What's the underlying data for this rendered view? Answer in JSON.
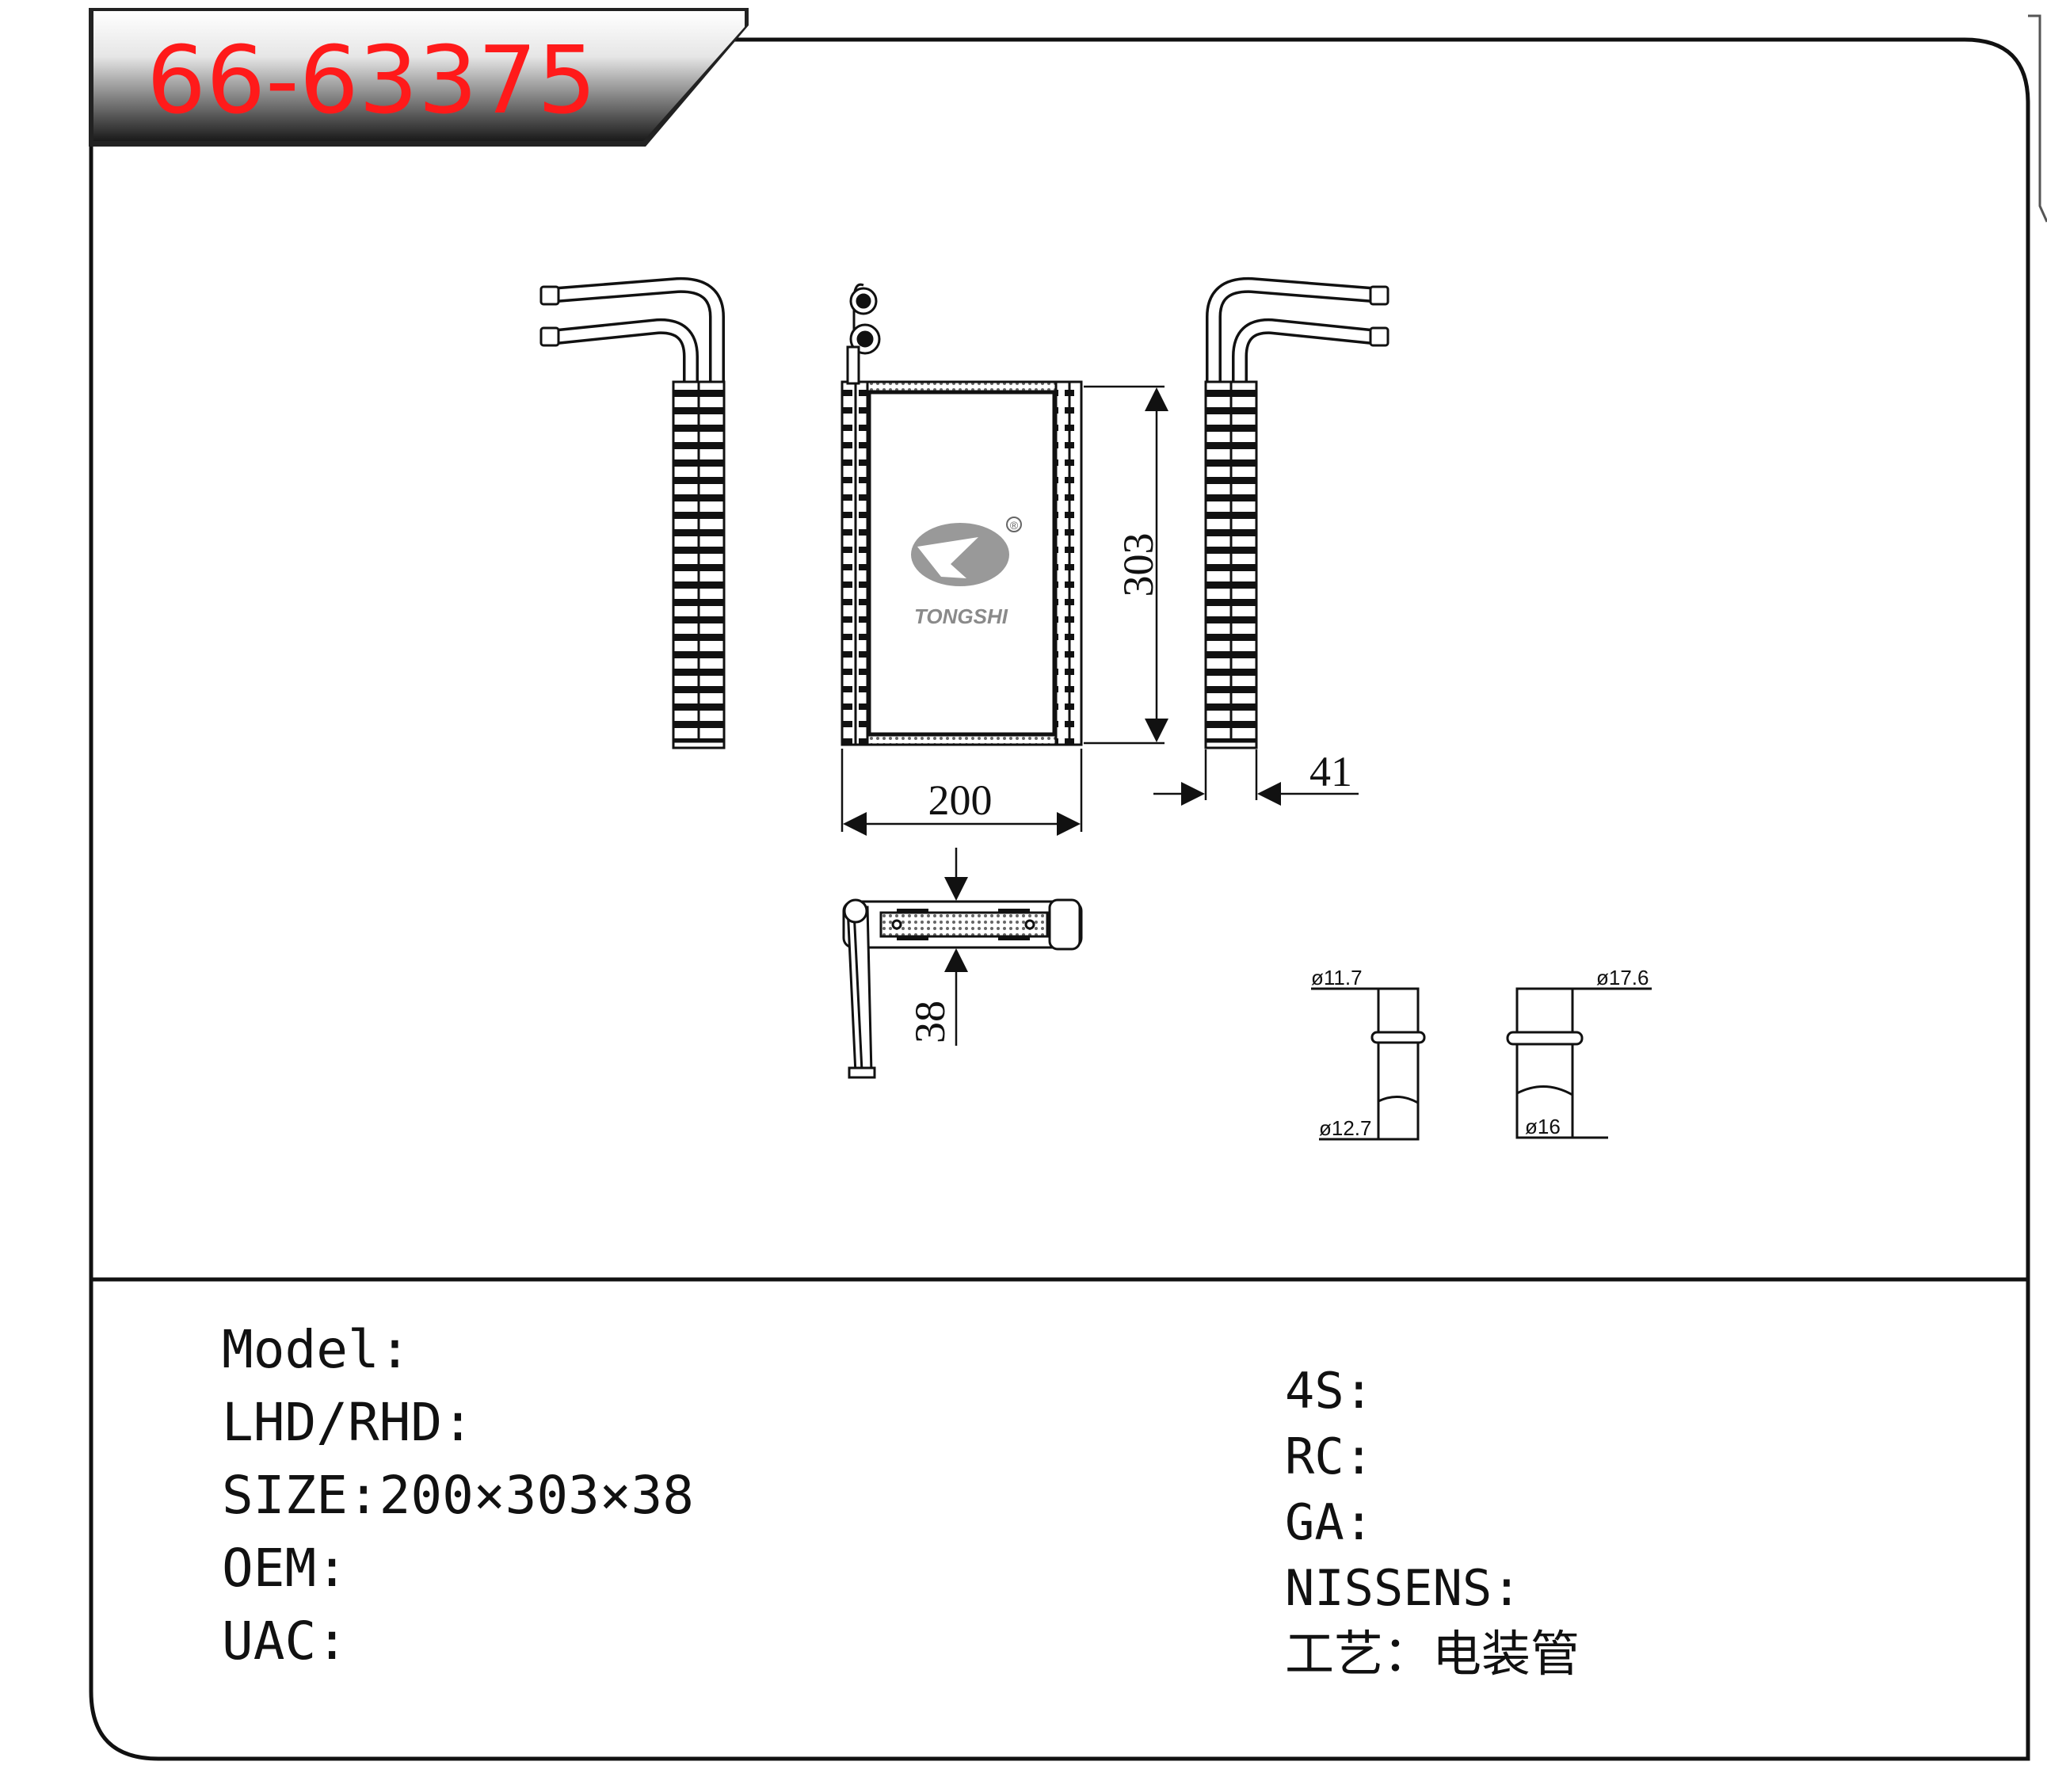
{
  "header": {
    "part_number": "66-63375",
    "part_number_color": "#ff1a1a"
  },
  "logo": {
    "brand_text": "TONGSHI",
    "registered_mark": "®"
  },
  "dimensions": {
    "width": "200",
    "height": "303",
    "depth": "38",
    "core_thickness": "41"
  },
  "pipe_details": {
    "small_outer": "ø11.7",
    "small_inner": "ø12.7",
    "large_outer": "ø17.6",
    "large_inner": "ø16"
  },
  "specs_left": {
    "model": "Model:",
    "lhd_rhd": "LHD/RHD:",
    "size": "SIZE:200×303×38",
    "oem": "OEM:",
    "uac": "UAC:"
  },
  "specs_right": {
    "four_s": "4S:",
    "rc": "RC:",
    "ga": "GA:",
    "nissens": "NISSENS:",
    "process": "工艺：电装管"
  }
}
